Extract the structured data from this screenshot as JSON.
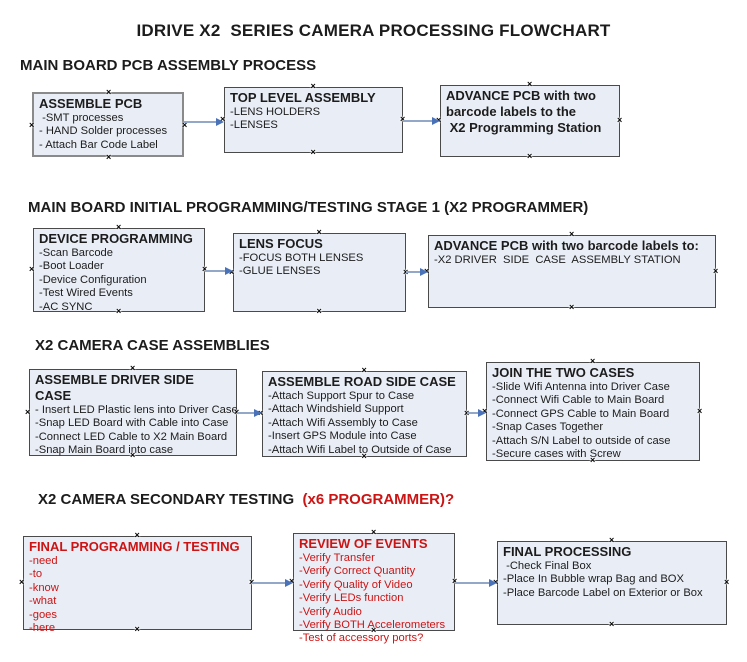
{
  "title": "IDRIVE X2  SERIES CAMERA PROCESSING FLOWCHART",
  "colors": {
    "box_fill": "#e9eef6",
    "box_border": "#4a4a4a",
    "box_border_gray": "#8a8a8a",
    "arrow_line": "#93a8c9",
    "arrow_head": "#4a72b8",
    "red_text": "#cc1414",
    "black_text": "#1c1c1c"
  },
  "sections": [
    {
      "header": "MAIN BOARD PCB ASSEMBLY PROCESS",
      "boxes": [
        {
          "title": "ASSEMBLE PCB",
          "items": [
            " -SMT processes",
            "- HAND Solder processes",
            "- Attach Bar Code Label"
          ]
        },
        {
          "title": "TOP LEVEL ASSEMBLY",
          "items": [
            "-LENS HOLDERS",
            "-LENSES"
          ]
        },
        {
          "title": "ADVANCE PCB with two barcode labels to the\n X2 Programming Station",
          "items": []
        }
      ]
    },
    {
      "header": "MAIN BOARD INITIAL PROGRAMMING/TESTING STAGE 1 (X2 PROGRAMMER)",
      "boxes": [
        {
          "title": "DEVICE PROGRAMMING",
          "items": [
            "-Scan Barcode",
            "-Boot Loader",
            "-Device Configuration",
            "-Test Wired Events",
            "-AC SYNC"
          ]
        },
        {
          "title": "LENS FOCUS",
          "items": [
            "-FOCUS BOTH LENSES",
            "-GLUE LENSES"
          ]
        },
        {
          "title": "ADVANCE PCB with two barcode labels to:",
          "items": [
            "-X2 DRIVER  SIDE  CASE  ASSEMBLY STATION"
          ]
        }
      ]
    },
    {
      "header": "X2 CAMERA CASE ASSEMBLIES",
      "boxes": [
        {
          "title": "ASSEMBLE DRIVER SIDE CASE",
          "items": [
            "- Insert LED Plastic lens into Driver Case",
            "-Snap LED Board with Cable into Case",
            "-Connect LED Cable to X2 Main Board",
            "-Snap Main Board into case"
          ]
        },
        {
          "title": "ASSEMBLE ROAD SIDE CASE",
          "items": [
            "-Attach Support Spur to Case",
            "-Attach Windshield Support",
            "-Attach Wifi Assembly to Case",
            "-Insert GPS Module into Case",
            "-Attach Wifi Label to Outside of Case"
          ]
        },
        {
          "title": "JOIN THE TWO CASES",
          "items": [
            "-Slide Wifi Antenna into Driver Case",
            "-Connect Wifi Cable to Main Board",
            "-Connect GPS Cable to Main Board",
            "-Snap Cases Together",
            "-Attach S/N Label to outside of case",
            "-Secure cases with Screw"
          ]
        }
      ]
    },
    {
      "header": "X2 CAMERA SECONDARY TESTING ",
      "header_red": " (x6 PROGRAMMER)?",
      "boxes": [
        {
          "title": "FINAL PROGRAMMING / TESTING",
          "red": true,
          "items": [
            "-need",
            "-to",
            "-know",
            "-what",
            "-goes",
            "-here"
          ]
        },
        {
          "title": "REVIEW OF EVENTS",
          "red": true,
          "items": [
            "-Verify Transfer",
            "-Verify Correct Quantity",
            "-Verify Quality of Video",
            "-Verify LEDs function",
            "-Verify Audio",
            "-Verify BOTH Accelerometers",
            "-Test of accessory ports?"
          ]
        },
        {
          "title": "FINAL PROCESSING",
          "items": [
            " -Check Final Box",
            "-Place In Bubble wrap Bag and BOX",
            "-Place Barcode Label on Exterior or Box"
          ]
        }
      ]
    }
  ]
}
